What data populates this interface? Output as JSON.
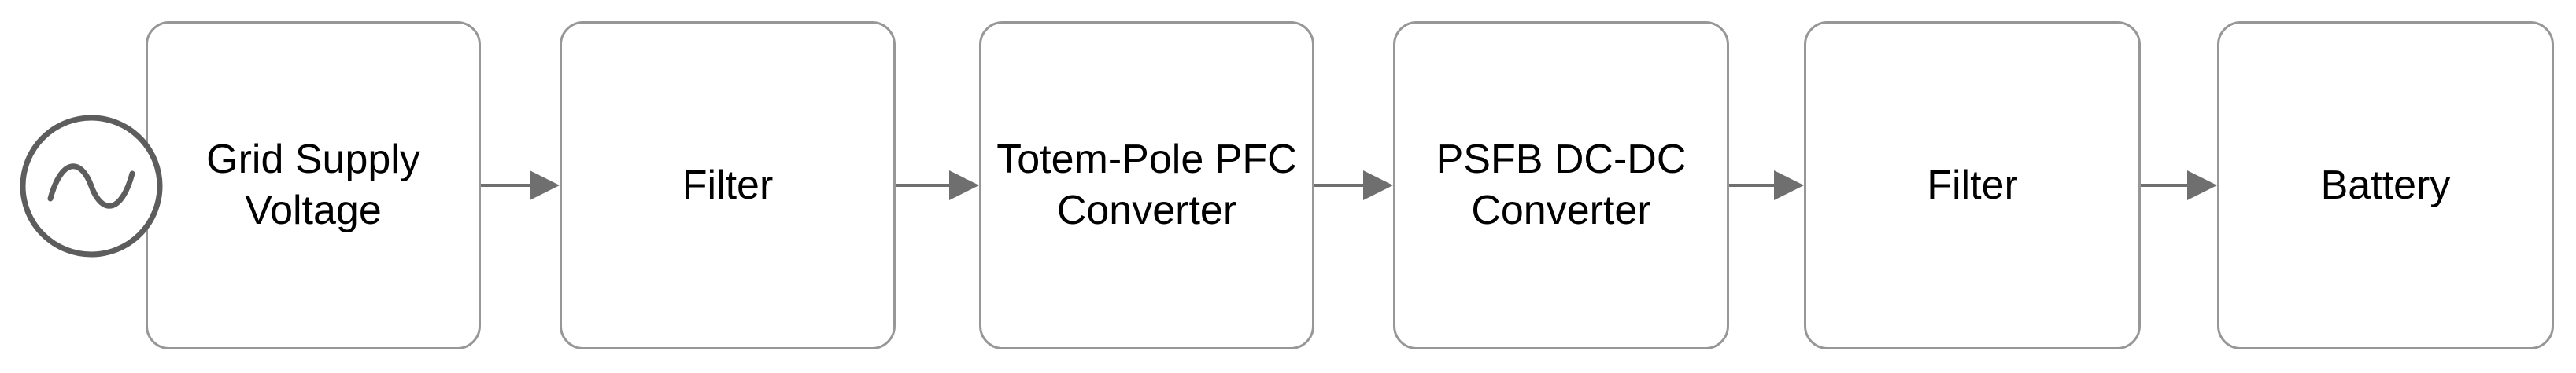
{
  "diagram": {
    "type": "block-diagram",
    "blocks": [
      {
        "id": "grid-supply-voltage",
        "label": "Grid Supply\nVoltage"
      },
      {
        "id": "input-filter",
        "label": "Filter"
      },
      {
        "id": "totem-pole-pfc",
        "label": "Totem-Pole PFC\nConverter"
      },
      {
        "id": "psfb-dcdc",
        "label": "PSFB DC-DC\nConverter"
      },
      {
        "id": "output-filter",
        "label": "Filter"
      },
      {
        "id": "battery",
        "label": "Battery"
      }
    ],
    "source_symbol": {
      "icon": "ac-source-icon",
      "meaning": "AC sine-wave voltage source"
    },
    "connections": [
      {
        "from": "grid-supply-voltage",
        "to": "input-filter"
      },
      {
        "from": "input-filter",
        "to": "totem-pole-pfc"
      },
      {
        "from": "totem-pole-pfc",
        "to": "psfb-dcdc"
      },
      {
        "from": "psfb-dcdc",
        "to": "output-filter"
      },
      {
        "from": "output-filter",
        "to": "battery"
      }
    ],
    "colors": {
      "background": "#ffffff",
      "block_border": "#979797",
      "block_fill": "#ffffff",
      "arrow": "#6f6f6f",
      "text": "#000000",
      "ac_symbol_stroke": "#5d5d5d"
    }
  }
}
